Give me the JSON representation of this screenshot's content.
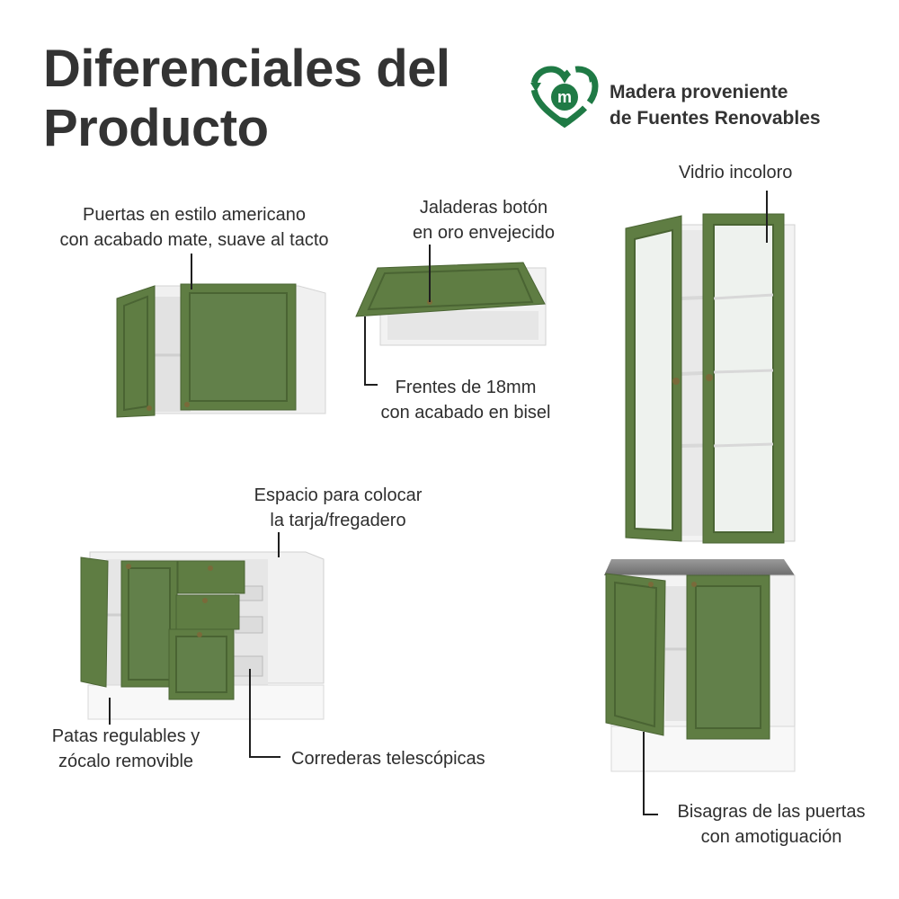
{
  "header": {
    "title_line1": "Diferenciales del",
    "title_line2": "Producto"
  },
  "badge": {
    "icon": "recycle-heart-m-icon",
    "letter": "m",
    "line1": "Madera proveniente",
    "line2": "de Fuentes Renovables"
  },
  "callouts": {
    "doors": {
      "line1": "Puertas en estilo americano",
      "line2": "con acabado mate, suave al tacto"
    },
    "handles": {
      "line1": "Jaladeras botón",
      "line2": "en oro envejecido"
    },
    "glass": {
      "line1": "Vidrio incoloro"
    },
    "fronts": {
      "line1": "Frentes de 18mm",
      "line2": "con acabado en bisel"
    },
    "sink": {
      "line1": "Espacio para colocar",
      "line2": "la tarja/fregadero"
    },
    "legs": {
      "line1": "Patas regulables y",
      "line2": "zócalo removible"
    },
    "slides": {
      "line1": "Correderas telescópicas"
    },
    "hinges": {
      "line1": "Bisagras de las puertas",
      "line2": "con amotiguación"
    }
  },
  "colors": {
    "cabinet_green": "#5f7d43",
    "cabinet_green_dark": "#4a6433",
    "carcass_white": "#f2f2f2",
    "badge_green": "#1f7a45",
    "text": "#2e2e2e"
  }
}
